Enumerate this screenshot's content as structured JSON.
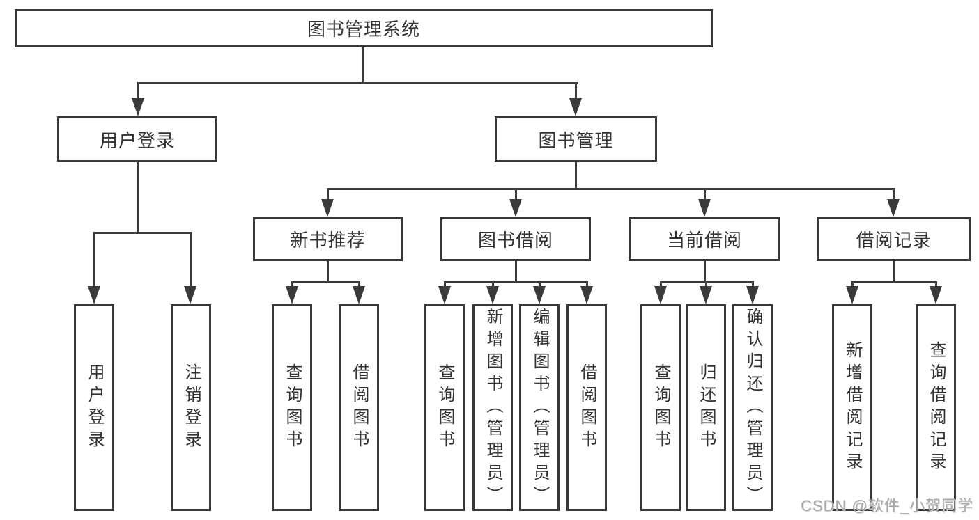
{
  "diagram": {
    "root": {
      "label": "图书管理系统"
    },
    "branches": [
      {
        "label": "用户登录",
        "children": [
          {
            "label": "用户登录"
          },
          {
            "label": "注销登录"
          }
        ]
      },
      {
        "label": "图书管理",
        "children": [
          {
            "label": "新书推荐",
            "children": [
              {
                "label": "查询图书"
              },
              {
                "label": "借阅图书"
              }
            ]
          },
          {
            "label": "图书借阅",
            "children": [
              {
                "label": "查询图书"
              },
              {
                "label": "新增图书（管理员）"
              },
              {
                "label": "编辑图书（管理员）"
              },
              {
                "label": "借阅图书"
              }
            ]
          },
          {
            "label": "当前借阅",
            "children": [
              {
                "label": "查询图书"
              },
              {
                "label": "归还图书"
              },
              {
                "label": "确认归还（管理员）"
              }
            ]
          },
          {
            "label": "借阅记录",
            "children": [
              {
                "label": "新增借阅记录"
              },
              {
                "label": "查询借阅记录"
              }
            ]
          }
        ]
      }
    ]
  },
  "watermark": {
    "text": "CSDN @软件_小贺同学"
  },
  "colors": {
    "line": "#3a3a3a",
    "box_border": "#383838",
    "text": "#333333",
    "watermark": "#a9a9a9",
    "background": "#ffffff"
  }
}
